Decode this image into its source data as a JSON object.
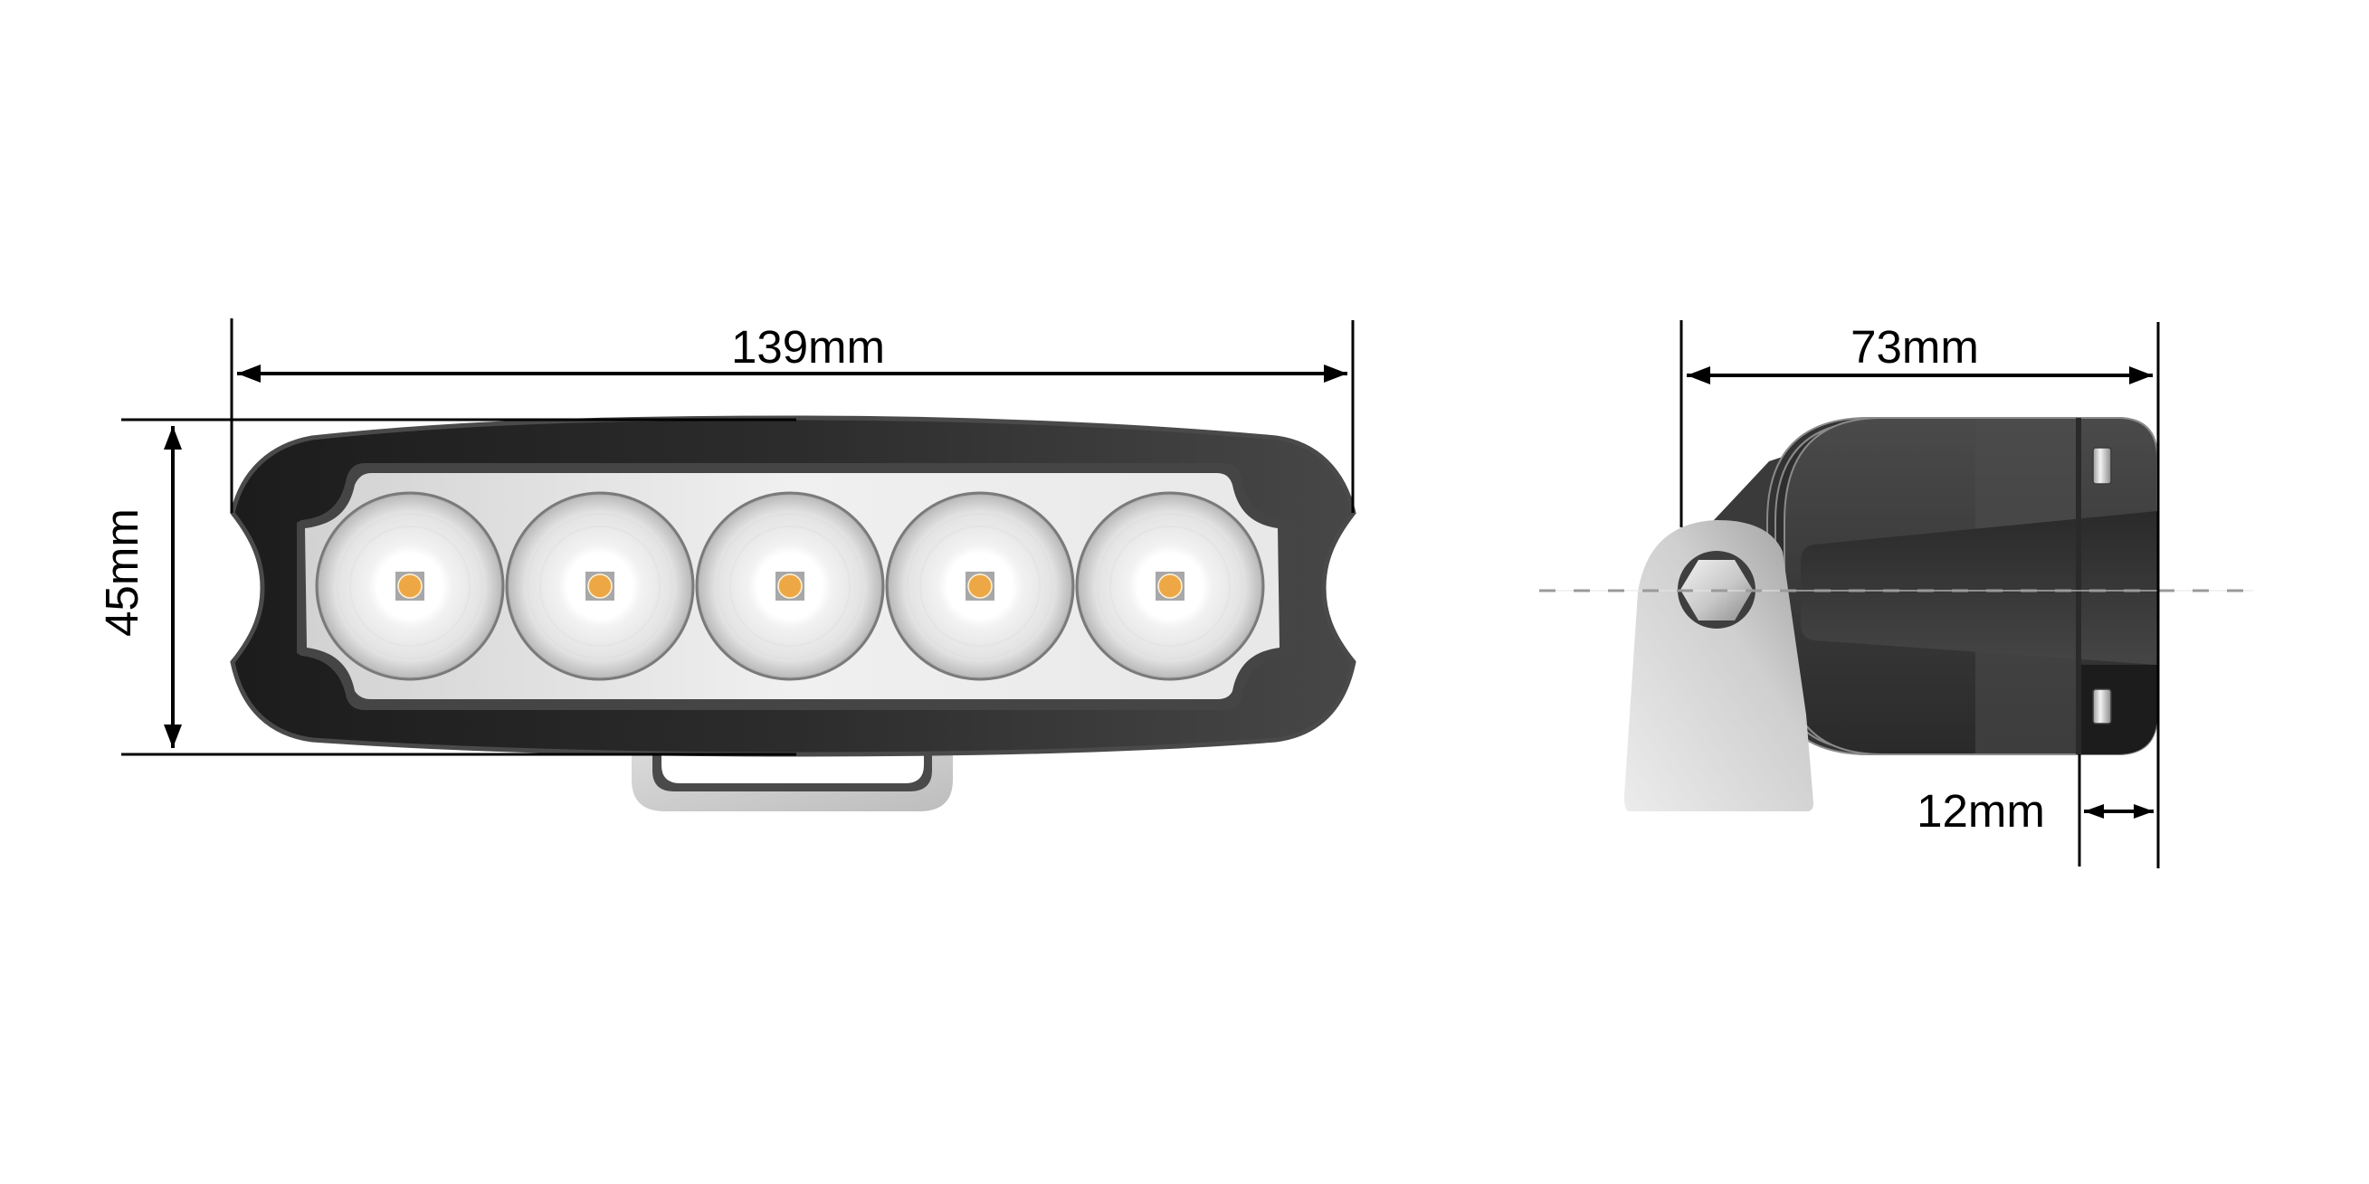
{
  "diagram": {
    "type": "technical-dimension-drawing",
    "subject": "LED work light with 5 amber LEDs",
    "colors": {
      "background": "#ffffff",
      "dimension_line": "#000000",
      "housing_dark": "#1e1e1e",
      "housing_light": "#474747",
      "lens_panel": "#e6e6e6",
      "led_chip": "#a8a8a8",
      "led_emitter": "#eda845",
      "bracket": "#d4d4d4",
      "centerline": "#9a9a9a"
    },
    "front_view": {
      "led_count": 5,
      "width_dimension": {
        "label": "139mm",
        "value": 139,
        "unit": "mm"
      },
      "height_dimension": {
        "label": "45mm",
        "value": 45,
        "unit": "mm"
      }
    },
    "side_view": {
      "depth_dimension": {
        "label": "73mm",
        "value": 73,
        "unit": "mm"
      },
      "rear_dimension": {
        "label": "12mm",
        "value": 12,
        "unit": "mm"
      },
      "centerline": "dashed"
    }
  }
}
